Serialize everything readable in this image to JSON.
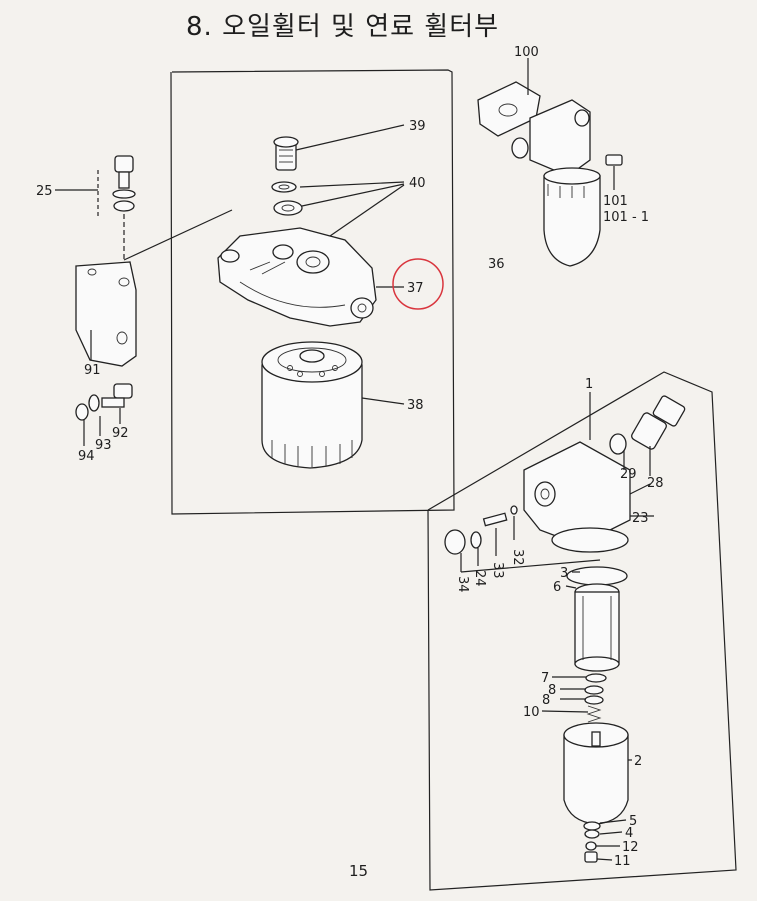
{
  "title": "8. 오일휠터 및 연료 휠터부",
  "page_number": "15",
  "highlight_color": "#d9363e",
  "callouts": {
    "p39": "39",
    "p40": "40",
    "p37": "37",
    "p38": "38",
    "p25": "25",
    "p91": "91",
    "p92": "92",
    "p93": "93",
    "p94": "94",
    "p100": "100",
    "p101": "101",
    "p101_1": "101 - 1",
    "p36": "36",
    "p1": "1",
    "p29": "29",
    "p28": "28",
    "p23": "23",
    "p32": "32",
    "p33": "33",
    "p24": "24",
    "p34": "34",
    "p3": "3",
    "p6": "6",
    "p7": "7",
    "p8a": "8",
    "p8b": "8",
    "p10": "10",
    "p2": "2",
    "p5": "5",
    "p4": "4",
    "p12": "12",
    "p11": "11"
  }
}
